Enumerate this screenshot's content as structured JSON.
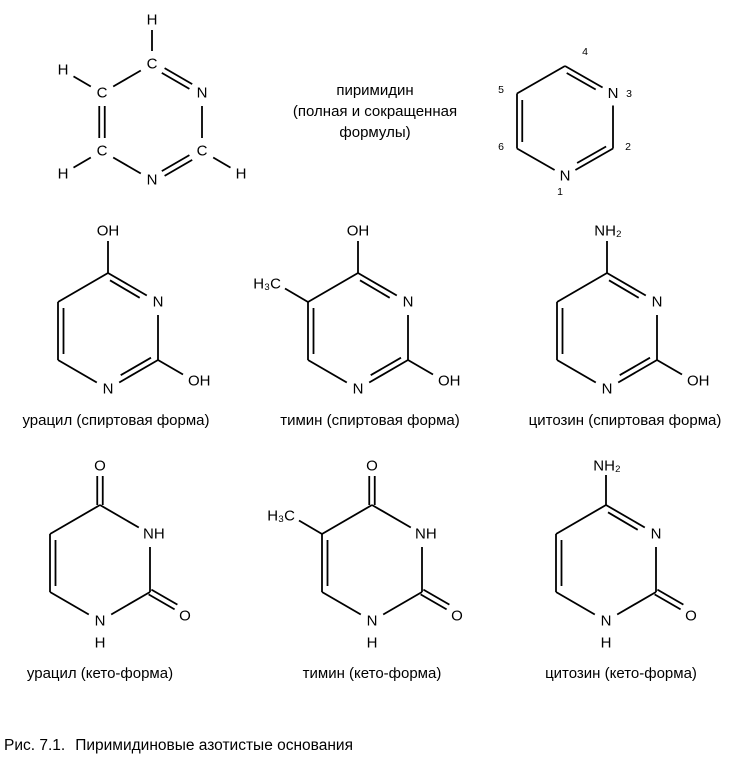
{
  "title": {
    "line1": "пиримидин",
    "line2": "(полная и сокращенная",
    "line3": "формулы)"
  },
  "figure_caption": {
    "prefix": "Рис. 7.1.",
    "text": "Пиримидиновые азотистые основания"
  },
  "pyrimidine_full": {
    "c4": "C",
    "n3": "N",
    "c2": "C",
    "n1": "N",
    "c6": "C",
    "c5": "C",
    "h4": "H",
    "h5": "H",
    "h6": "H",
    "h2": "H"
  },
  "pyrimidine_short": {
    "n3": "N",
    "n1": "N",
    "num1": "1",
    "num2": "2",
    "num3": "3",
    "num4": "4",
    "num5": "5",
    "num6": "6"
  },
  "uracil_enol": {
    "caption": "урацил (спиртовая форма)",
    "sub_top": "OH",
    "sub_right": "OH",
    "n3": "N",
    "n1": "N"
  },
  "thymine_enol": {
    "caption": "тимин (спиртовая форма)",
    "sub_top": "OH",
    "sub_right": "OH",
    "methyl": "H₃C",
    "n3": "N",
    "n1": "N"
  },
  "cytosine_enol": {
    "caption": "цитозин (спиртовая форма)",
    "sub_top": "NH₂",
    "sub_right": "OH",
    "n3": "N",
    "n1": "N"
  },
  "uracil_keto": {
    "caption": "урацил (кето-форма)",
    "o_top": "O",
    "o_right": "O",
    "n3h": "NH",
    "n1": "N",
    "h1": "H"
  },
  "thymine_keto": {
    "caption": "тимин (кето-форма)",
    "o_top": "O",
    "o_right": "O",
    "methyl": "H₃C",
    "n3h": "NH",
    "n1": "N",
    "h1": "H"
  },
  "cytosine_keto": {
    "caption": "цитозин (кето-форма)",
    "sub_top": "NH₂",
    "o_right": "O",
    "n3": "N",
    "n1": "N",
    "h1": "H"
  }
}
